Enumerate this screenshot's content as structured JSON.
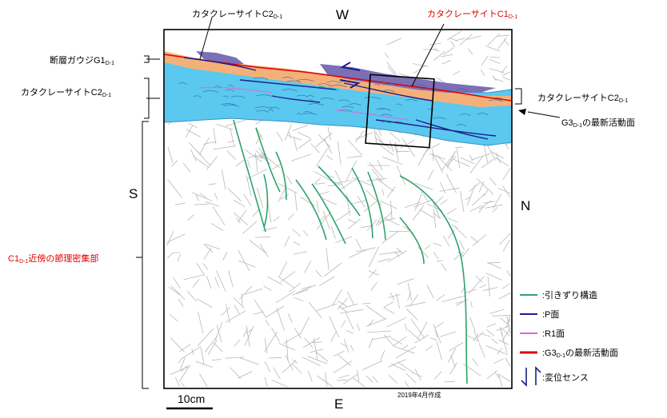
{
  "directions": {
    "top": "W",
    "bottom": "E",
    "left": "S",
    "right": "N"
  },
  "labels": {
    "c2_top": {
      "main": "カタクレーサイトC2",
      "sub": "D-1"
    },
    "c1_top": {
      "main": "カタクレーサイトC1",
      "sub": "D-1"
    },
    "gouge": {
      "main": "断層ガウジG1",
      "sub": "D-1"
    },
    "c2_left": {
      "main": "カタクレーサイトC2",
      "sub": "D-1"
    },
    "c2_right": {
      "main": "カタクレーサイトC2",
      "sub": "D-1"
    },
    "g3_right": {
      "pre": "G3",
      "sub": "D-1",
      "post": "の最新活動面"
    },
    "joint_zone": {
      "pre": "C1",
      "sub": "D-1",
      "post": "近傍の節理密集部"
    }
  },
  "legend": {
    "drag": ":引きずり構造",
    "p": ":P面",
    "r1": ":R1面",
    "g3": {
      "pre": ":G3",
      "sub": "D-1",
      "post": "の最新活動面"
    },
    "sense": ":変位センス"
  },
  "scale": "10cm",
  "note": "2019年4月作成",
  "colors": {
    "drag": "#2ea36a",
    "p_plane": "#1a1f8c",
    "r1_plane": "#d96bd6",
    "g3_plane": "#e00000",
    "c2_fill": "#5bc8ef",
    "c1_fill": "#7b6fb6",
    "gouge_fill": "#f4b079",
    "joint_line": "#b8b8b8",
    "label_red": "#e00000"
  }
}
